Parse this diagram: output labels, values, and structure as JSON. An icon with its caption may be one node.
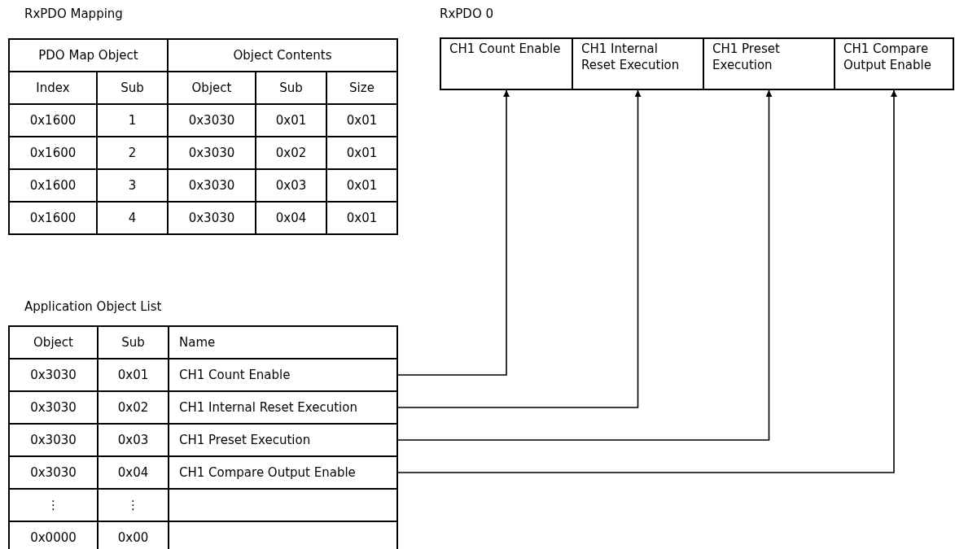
{
  "diagram": {
    "nodes": [
      {
        "text": [
          "CH1 Count Enable"
        ]
      },
      {
        "text": [
          "CH1 Internal Reset Execution"
        ]
      },
      {
        "text": [
          "CH1 Preset Execution"
        ]
      },
      {
        "text": [
          "CH1 Compare Output Enable"
        ]
      },
      {
        "text": [
          "0x3030",
          "0x01",
          "CH1 Count Enable"
        ]
      },
      {
        "text": [
          "0x3030",
          "0x02",
          "CH1 Internal Reset Execution"
        ]
      },
      {
        "text": [
          "0x3030",
          "0x03",
          "CH1 Preset Execution"
        ]
      },
      {
        "text": [
          "0x3030",
          "0x04",
          "CH1 Compare Output Enable"
        ]
      }
    ],
    "edges": [
      {
        "from": 4,
        "to": 0,
        "arrow": "to"
      },
      {
        "from": 5,
        "to": 1,
        "arrow": "to"
      },
      {
        "from": 6,
        "to": 2,
        "arrow": "to"
      },
      {
        "from": 7,
        "to": 3,
        "arrow": "to"
      }
    ],
    "labels": [
      "RxPDO Mapping",
      "RxPDO 0",
      "PDO Map Object",
      "Object Contents",
      "Index",
      "Sub",
      "Object",
      "Sub",
      "Size",
      "0x1600",
      "1",
      "0x3030",
      "0x01",
      "0x01",
      "0x1600",
      "2",
      "0x3030",
      "0x02",
      "0x01",
      "0x1600",
      "3",
      "0x3030",
      "0x03",
      "0x01",
      "0x1600",
      "4",
      "0x3030",
      "0x04",
      "0x01",
      "Application Object List",
      "Object",
      "Sub",
      "Name",
      "⋮",
      "⋮",
      "0x0000",
      "0x00"
    ]
  }
}
